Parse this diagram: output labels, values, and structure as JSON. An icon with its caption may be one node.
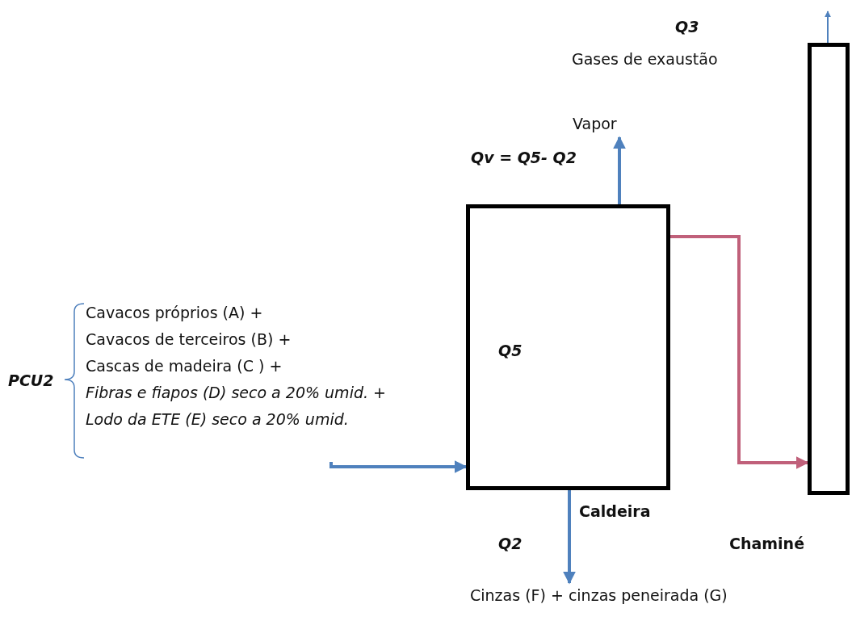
{
  "diagram": {
    "nodes": [
      {
        "text": [
          "Q5"
        ],
        "beside": [
          "Caldeira"
        ]
      },
      {
        "text": [],
        "shape": "box",
        "beside": [
          "Chaminé"
        ]
      },
      {
        "text": [
          "Cavacos próprios (A) +",
          "Cavacos de terceiros (B) +",
          "Cascas de madeira (C ) +",
          "*Fibras e fiapos (D) seco a 20% umid. +*",
          "*Lodo da ETE (E) seco a 20% umid.*"
        ]
      },
      {
        "text": [
          "Vapor"
        ]
      },
      {
        "text": [
          "Cinzas (F) + cinzas peneirada (G)"
        ]
      }
    ],
    "edges": [
      {
        "from": 2,
        "to": 0,
        "arrow": "to"
      },
      {
        "from": 0,
        "to": 3,
        "arrow": "to"
      },
      {
        "from": 0,
        "to": 1,
        "arrow": "to",
        "color": "#c0607a"
      },
      {
        "from": 1,
        "to": null,
        "arrow": "to"
      },
      {
        "from": 0,
        "to": 4,
        "arrow": "to"
      }
    ],
    "labels": [
      "Q3",
      "Gases de exaustão",
      "Qv = Q5- Q2",
      "PCU2",
      "Q2"
    ]
  }
}
